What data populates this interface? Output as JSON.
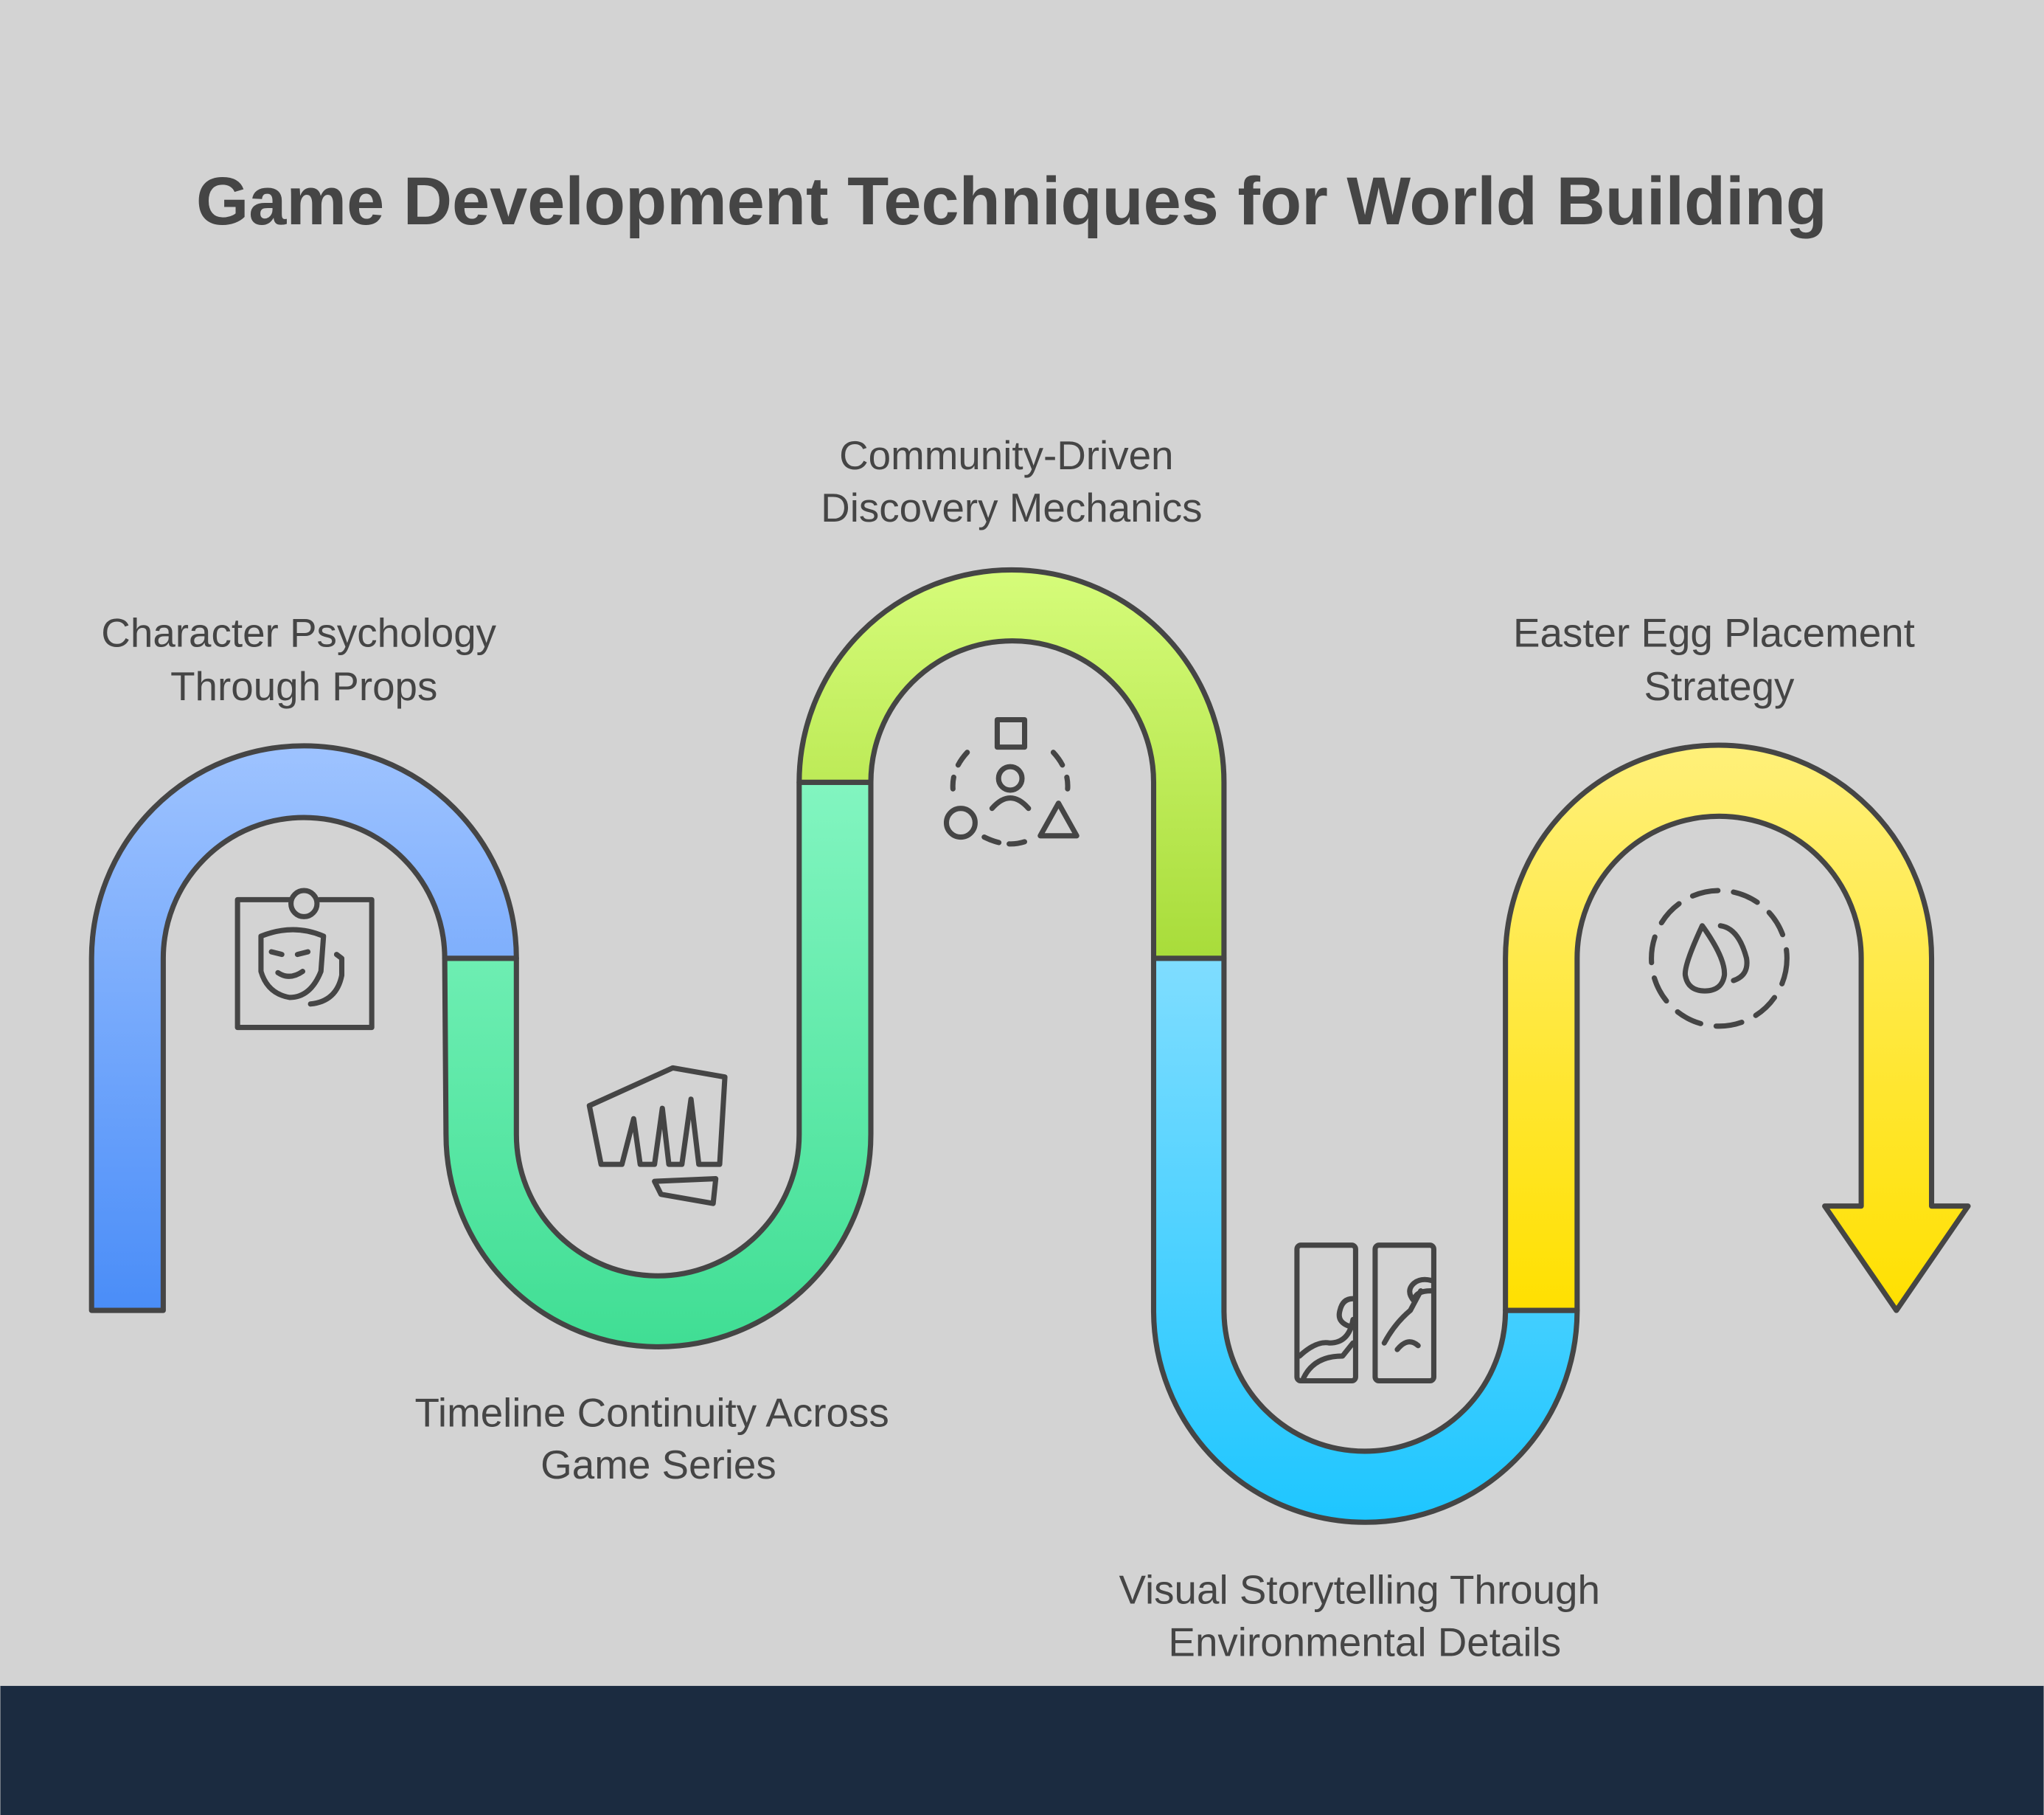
{
  "title": "Game Development Techniques for World Building",
  "steps": [
    {
      "line1": "Character Psychology",
      "line2": "Through Props",
      "icon": "theater-mask-icon",
      "color_top": "#9ec3ff",
      "color_bottom": "#4a8df8"
    },
    {
      "line1": "Timeline Continuity Across",
      "line2": "Game Series",
      "icon": "fist-icon",
      "color_top": "#82f5c0",
      "color_bottom": "#40de94"
    },
    {
      "line1": "Community-Driven",
      "line2": "Discovery Mechanics",
      "icon": "community-shapes-icon",
      "color_top": "#d6fc7a",
      "color_bottom": "#a8dc3a"
    },
    {
      "line1": "Visual Storytelling Through",
      "line2": "Environmental Details",
      "icon": "scroll-panels-icon",
      "color_top": "#7fddff",
      "color_bottom": "#1ec6ff"
    },
    {
      "line1": "Easter Egg Placement",
      "line2": "Strategy",
      "icon": "easter-egg-icon",
      "color_top": "#fff07a",
      "color_bottom": "#ffe000"
    }
  ],
  "footer_color": "#1b2b40"
}
